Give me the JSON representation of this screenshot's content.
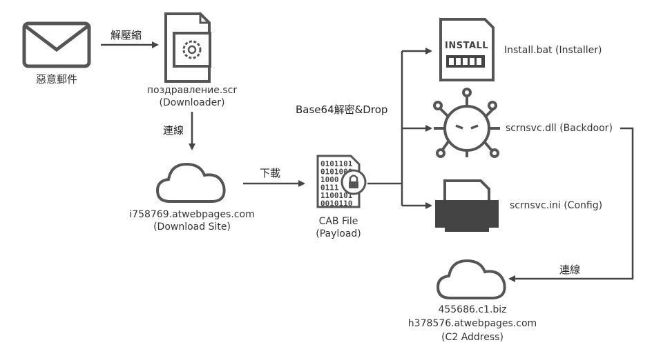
{
  "nodes": {
    "email": {
      "label": "惡意郵件"
    },
    "downloader": {
      "file": "поздравление.scr",
      "role": "(Downloader)"
    },
    "download_site": {
      "host": "i758769.atwebpages.com",
      "role": "(Download Site)"
    },
    "cab": {
      "file": "CAB File",
      "role": "(Payload)",
      "binary": [
        "0101101",
        "0101000",
        "1000",
        "0111",
        "1100101",
        "0010110"
      ]
    },
    "installer": {
      "label": "Install.bat (Installer)",
      "badge": "INSTALL"
    },
    "backdoor": {
      "label": "scrnsvc.dll (Backdoor)"
    },
    "config": {
      "label": "scrnsvc.ini (Config)"
    },
    "c2": {
      "host1": "455686.c1.biz",
      "host2": "h378576.atwebpages.com",
      "role": "(C2 Address)"
    }
  },
  "edges": {
    "unzip": "解壓縮",
    "connect1": "連線",
    "download": "下載",
    "decode_drop": "Base64解密&Drop",
    "connect2": "連線"
  },
  "colors": {
    "icon": "#555555",
    "line": "#444444"
  }
}
